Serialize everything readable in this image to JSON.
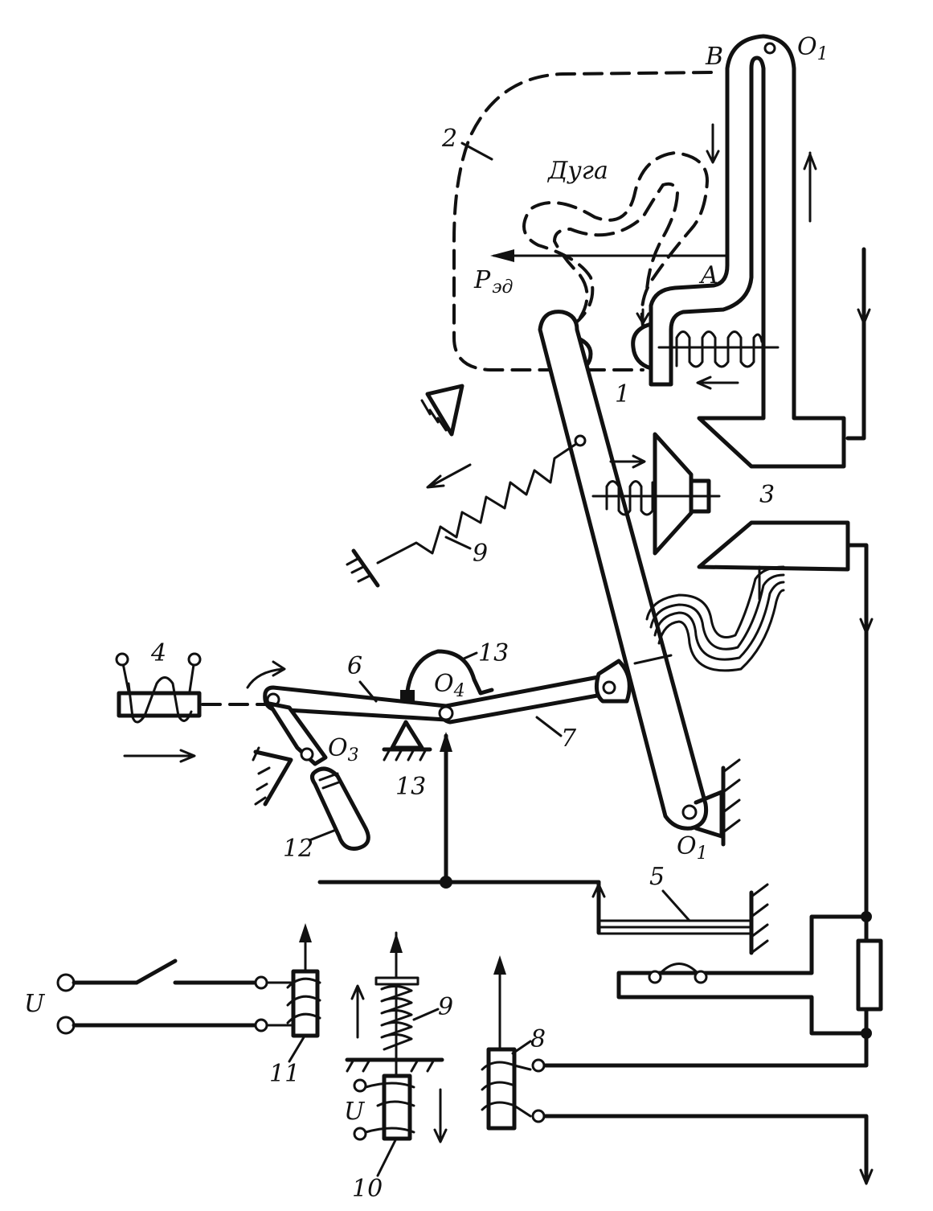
{
  "labels": {
    "arc": "Дуга",
    "force_p": "P",
    "force_sub": "эд",
    "point_a": "A",
    "point_b": "B",
    "pivot_o1_top": "O",
    "pivot_o1_top_sub": "1",
    "pivot_o1_bottom": "O",
    "pivot_o1_bottom_sub": "1",
    "pivot_o3": "O",
    "pivot_o3_sub": "3",
    "pivot_o4": "O",
    "pivot_o4_sub": "4",
    "voltage_left": "U",
    "voltage_coil": "U",
    "n1": "1",
    "n2": "2",
    "n3": "3",
    "n4": "4",
    "n5": "5",
    "n6": "6",
    "n7": "7",
    "n8": "8",
    "n9_spring": "9",
    "n9_coil": "9",
    "n10": "10",
    "n11": "11",
    "n12": "12",
    "n13_top": "13",
    "n13_bottom": "13"
  }
}
